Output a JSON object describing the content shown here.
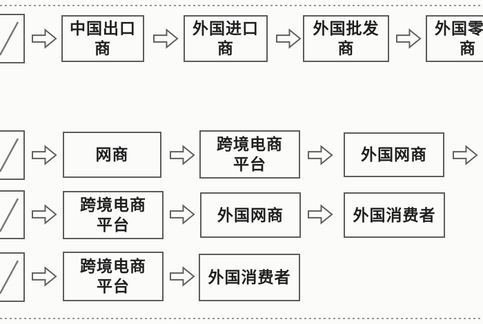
{
  "colors": {
    "bg": "#fbfbfa",
    "border": "#5c5c5c",
    "text": "#1f1f1f",
    "arrow": "#5e5e5e",
    "dash": "#949494"
  },
  "diagram": {
    "rows": [
      {
        "boxes": [
          {
            "label": "中国出口\n商"
          },
          {
            "label": "外国进口\n商"
          },
          {
            "label": "外国批发\n商"
          },
          {
            "label": "外国零售\n商"
          }
        ]
      },
      {
        "boxes": [
          {
            "label": "网商"
          },
          {
            "label": "跨境电商\n平台"
          },
          {
            "label": "外国网商"
          }
        ]
      },
      {
        "boxes": [
          {
            "label": "跨境电商\n平台"
          },
          {
            "label": "外国网商"
          },
          {
            "label": "外国消费者"
          }
        ]
      },
      {
        "boxes": [
          {
            "label": "跨境电商\n平台"
          },
          {
            "label": "外国消费者"
          }
        ]
      }
    ]
  }
}
